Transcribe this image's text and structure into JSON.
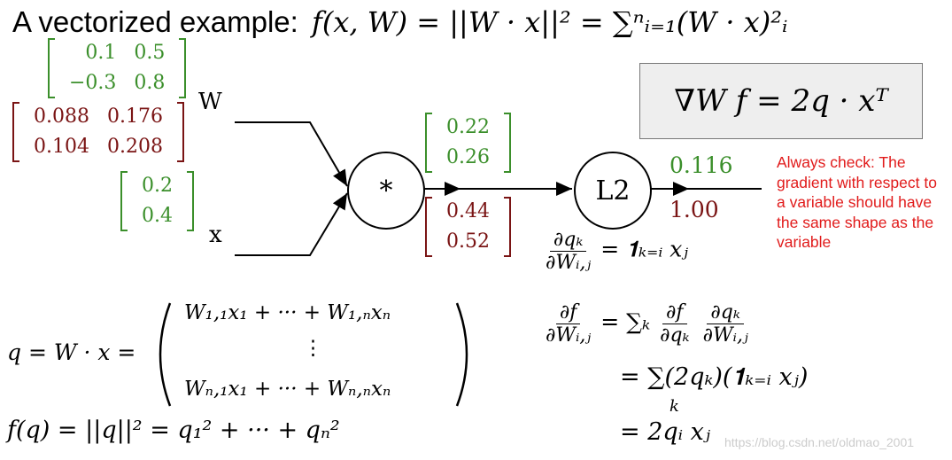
{
  "title": {
    "text": "A vectorized example:",
    "formula": "f(x, W) = ||W · x||² = ∑ⁿᵢ₌₁(W · x)²ᵢ"
  },
  "matrices": {
    "W": {
      "label": "W",
      "rows": [
        [
          "0.1",
          "0.5"
        ],
        [
          "−0.3",
          "0.8"
        ]
      ]
    },
    "W_grad": {
      "rows": [
        [
          "0.088",
          "0.176"
        ],
        [
          "0.104",
          "0.208"
        ]
      ]
    },
    "x": {
      "label": "x",
      "rows": [
        [
          "0.2"
        ],
        [
          "0.4"
        ]
      ]
    },
    "q": {
      "rows": [
        [
          "0.22"
        ],
        [
          "0.26"
        ]
      ]
    },
    "q_grad": {
      "rows": [
        [
          "0.44"
        ],
        [
          "0.52"
        ]
      ]
    }
  },
  "nodes": {
    "multiply": "*",
    "l2": "L2"
  },
  "output": {
    "forward": "0.116",
    "backward": "1.00"
  },
  "gradient_box": "∇W f = 2q · xᵀ",
  "note": "Always check: The gradient with respect to a variable should have the same shape as the variable",
  "equations": {
    "dq_dW_num": "∂qₖ",
    "dq_dW_den": "∂Wᵢ,ⱼ",
    "dq_dW_rhs": "= 𝟏ₖ₌ᵢ xⱼ",
    "df_dW_num": "∂f",
    "df_dW_den": "∂Wᵢ,ⱼ",
    "df_dW_rhs1_sum": "= ∑ₖ",
    "df_dW_rhs1_f1_num": "∂f",
    "df_dW_rhs1_f1_den": "∂qₖ",
    "df_dW_rhs1_f2_num": "∂qₖ",
    "df_dW_rhs1_f2_den": "∂Wᵢ,ⱼ",
    "df_dW_rhs2": "= ∑(2qₖ)(𝟏ₖ₌ᵢ xⱼ)",
    "df_dW_rhs2_sub": "k",
    "df_dW_rhs3": "= 2qᵢ xⱼ",
    "q_def_lhs": "q = W · x =",
    "q_def_row1": "W₁,₁x₁ + ··· + W₁,ₙxₙ",
    "q_def_row2": "⋮",
    "q_def_row3": "Wₙ,₁x₁ + ··· + Wₙ,ₙxₙ",
    "f_def": "f(q) = ||q||² = q₁² + ··· + qₙ²"
  },
  "watermark": "https://blog.csdn.net/oldmao_2001",
  "colors": {
    "green": "#3b8f2b",
    "red": "#7a1414",
    "note": "#e11b1b"
  }
}
